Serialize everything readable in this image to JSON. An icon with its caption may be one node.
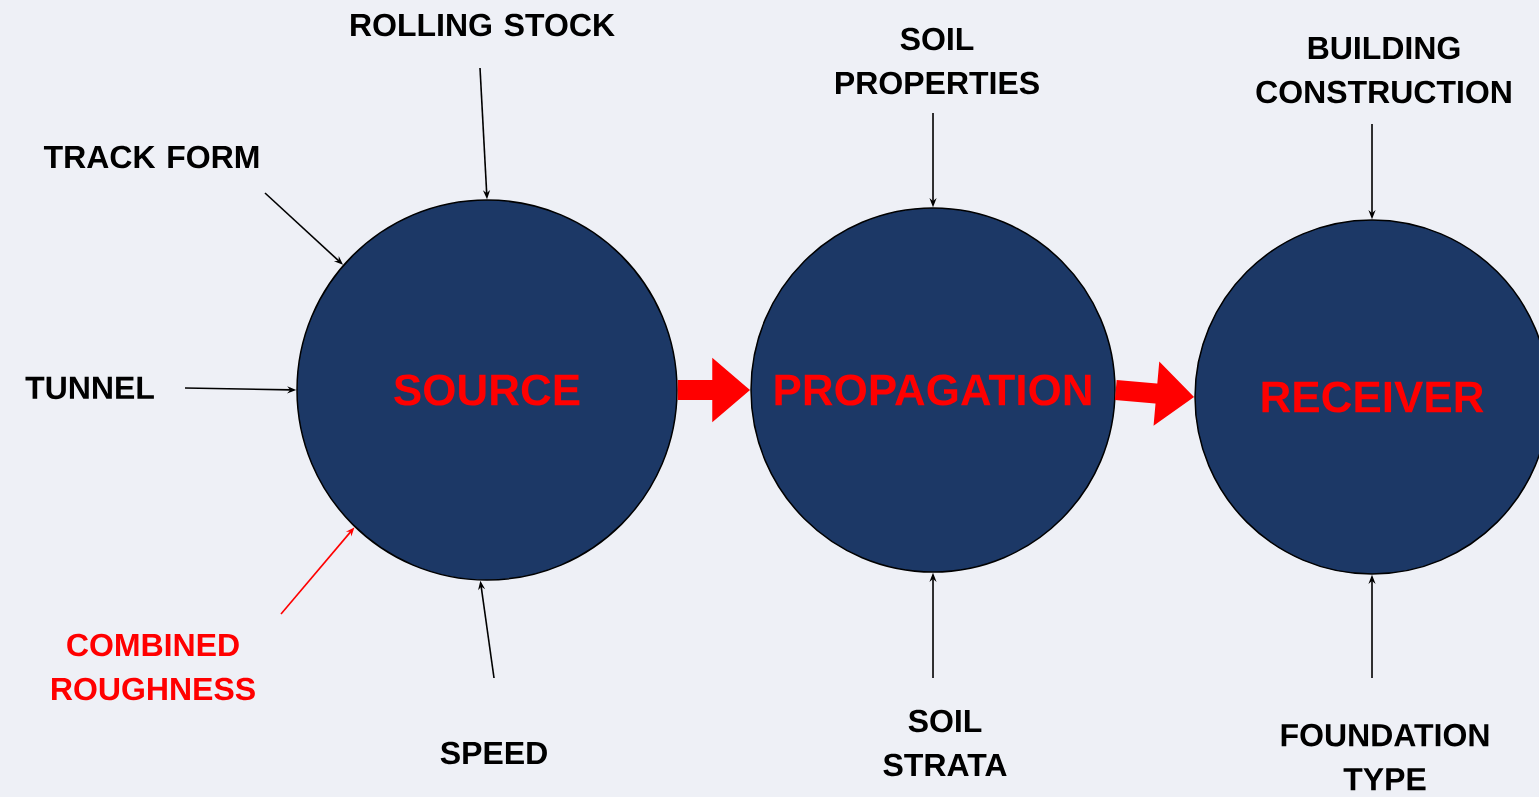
{
  "diagram": {
    "nodes": [
      {
        "text": [
          "SOURCE"
        ]
      },
      {
        "text": [
          "PROPAGATION"
        ]
      },
      {
        "text": [
          "RECEIVER"
        ]
      },
      {
        "text": [
          "ROLLING STOCK"
        ]
      },
      {
        "text": [
          "TRACK FORM"
        ]
      },
      {
        "text": [
          "TUNNEL"
        ]
      },
      {
        "text": [
          "COMBINED ROUGHNESS"
        ]
      },
      {
        "text": [
          "SPEED"
        ]
      },
      {
        "text": [
          "SOIL PROPERTIES"
        ]
      },
      {
        "text": [
          "SOIL STRATA"
        ]
      },
      {
        "text": [
          "BUILDING CONSTRUCTION"
        ]
      },
      {
        "text": [
          "FOUNDATION TYPE"
        ]
      }
    ],
    "edges": [
      {
        "from": 3,
        "to": 0,
        "arrow": "to"
      },
      {
        "from": 4,
        "to": 0,
        "arrow": "to"
      },
      {
        "from": 5,
        "to": 0,
        "arrow": "to"
      },
      {
        "from": 6,
        "to": 0,
        "arrow": "to",
        "color": "#ff0000"
      },
      {
        "from": 7,
        "to": 0,
        "arrow": "to"
      },
      {
        "from": 0,
        "to": 1,
        "arrow": "to",
        "style": "thick",
        "color": "#ff0000"
      },
      {
        "from": 1,
        "to": 2,
        "arrow": "to",
        "style": "thick",
        "color": "#ff0000"
      },
      {
        "from": 8,
        "to": 1,
        "arrow": "to"
      },
      {
        "from": 9,
        "to": 1,
        "arrow": "to"
      },
      {
        "from": 10,
        "to": 2,
        "arrow": "to"
      },
      {
        "from": 11,
        "to": 2,
        "arrow": "to"
      }
    ]
  }
}
